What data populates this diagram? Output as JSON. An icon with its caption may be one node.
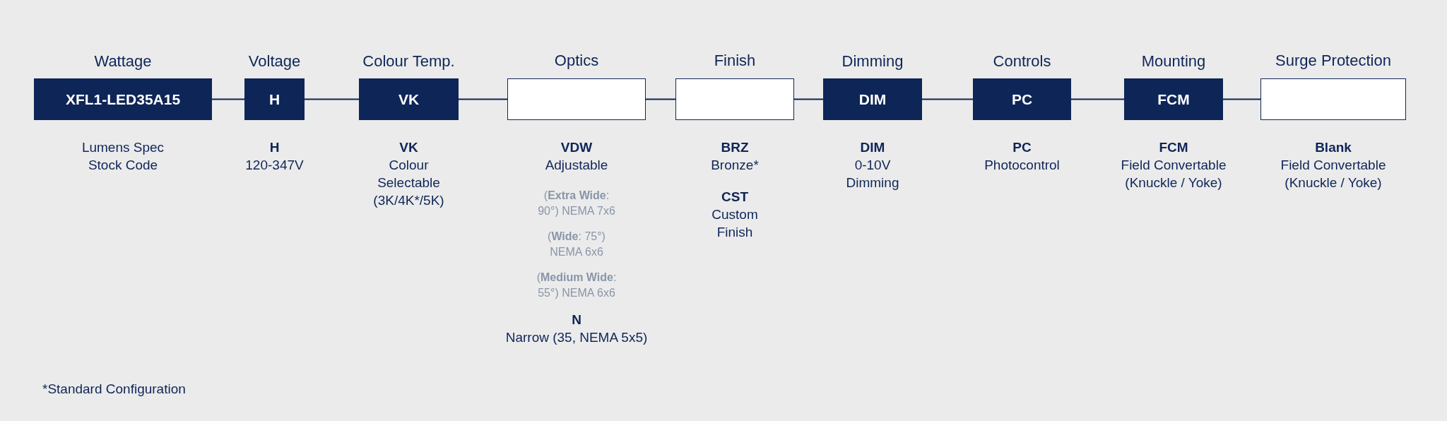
{
  "diagram": {
    "nodes": [
      {
        "text": [
          "Wattage",
          "XFL1-LED35A15"
        ],
        "beside": [
          "Lumens Spec Stock Code"
        ]
      },
      {
        "text": [
          "Voltage",
          "H"
        ],
        "beside": [
          "**H** 120-347V"
        ]
      },
      {
        "text": [
          "Colour Temp.",
          "VK"
        ],
        "beside": [
          "**VK** Colour Selectable (3K/4K*/5K)"
        ]
      },
      {
        "text": [
          "Optics"
        ],
        "beside": [
          "**VDW** Adjustable",
          "(**Extra Wide**: 90°) NEMA 7x6",
          "(**Wide**: 75°) NEMA 6x6",
          "(**Medium Wide**: 55°) NEMA 6x6",
          "**N** Narrow (35, NEMA 5x5)"
        ]
      },
      {
        "text": [
          "Finish"
        ],
        "beside": [
          "**BRZ** Bronze*",
          "**CST** Custom Finish"
        ]
      },
      {
        "text": [
          "Dimming",
          "DIM"
        ],
        "beside": [
          "**DIM** 0-10V Dimming"
        ]
      },
      {
        "text": [
          "Controls",
          "PC"
        ],
        "beside": [
          "**PC** Photocontrol"
        ]
      },
      {
        "text": [
          "Mounting",
          "FCM"
        ],
        "beside": [
          "**FCM** Field Convertable (Knuckle / Yoke)"
        ]
      },
      {
        "text": [
          "Surge Protection"
        ],
        "beside": [
          "**Blank** Field Convertable (Knuckle / Yoke)"
        ]
      }
    ],
    "edges": [
      {
        "from": 0,
        "to": 1,
        "arrow": "none"
      },
      {
        "from": 1,
        "to": 2,
        "arrow": "none"
      },
      {
        "from": 2,
        "to": 3,
        "arrow": "none"
      },
      {
        "from": 3,
        "to": 4,
        "arrow": "none"
      },
      {
        "from": 4,
        "to": 5,
        "arrow": "none"
      },
      {
        "from": 5,
        "to": 6,
        "arrow": "none"
      },
      {
        "from": 6,
        "to": 7,
        "arrow": "none"
      },
      {
        "from": 7,
        "to": 8,
        "arrow": "none"
      }
    ],
    "labels": [
      "*Standard Configuration"
    ]
  }
}
